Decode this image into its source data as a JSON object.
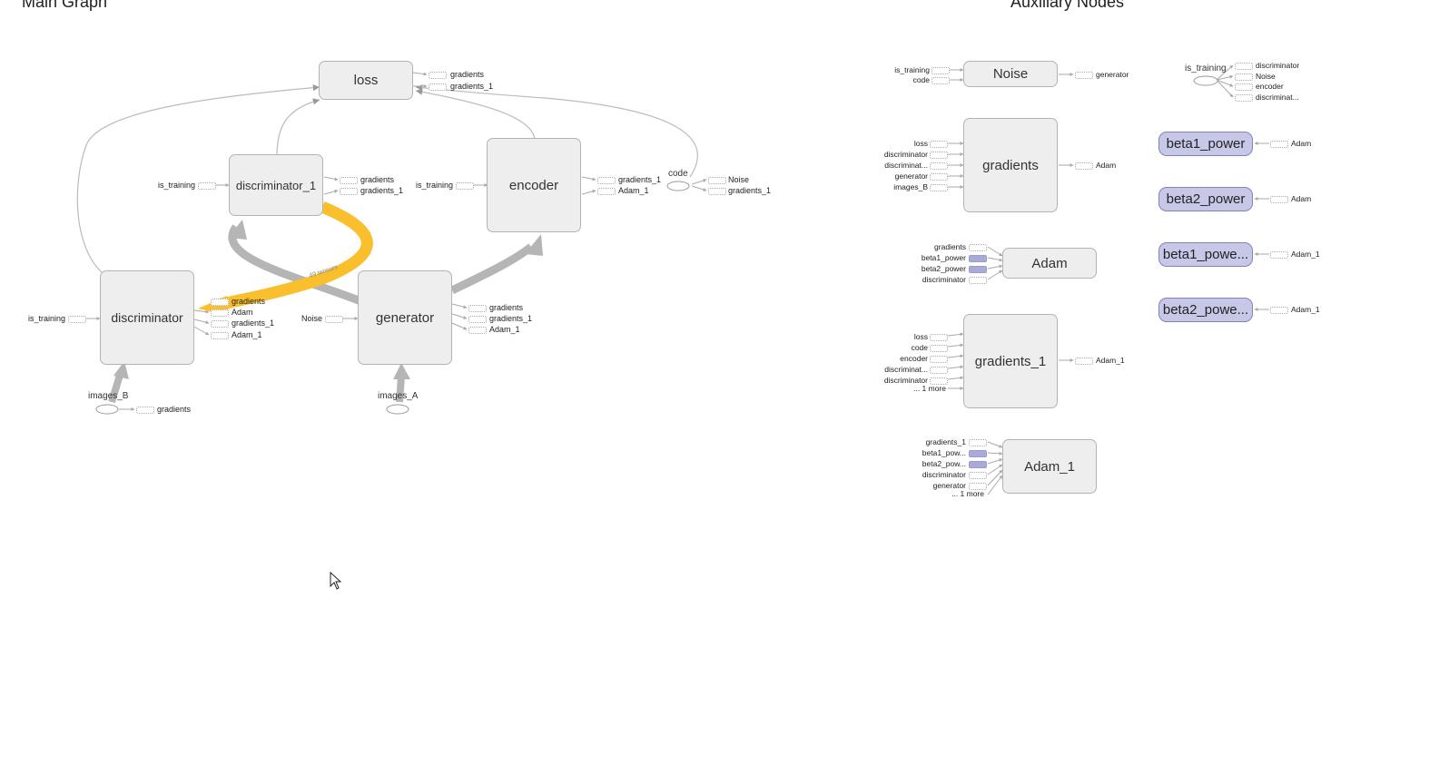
{
  "titles": {
    "main": "Main Graph",
    "aux": "Auxiliary Nodes"
  },
  "main_nodes": {
    "loss": "loss",
    "discriminator_1": "discriminator_1",
    "encoder": "encoder",
    "discriminator": "discriminator",
    "generator": "generator"
  },
  "main_labels": {
    "loss_out_1": "gradients",
    "loss_out_2": "gradients_1",
    "d1_in": "is_training",
    "d1_out_1": "gradients",
    "d1_out_2": "gradients_1",
    "enc_in": "is_training",
    "enc_out_1": "gradients_1",
    "enc_out_2": "Adam_1",
    "code": "code",
    "code_out_1": "Noise",
    "code_out_2": "gradients_1",
    "d_in": "is_training",
    "d_out_1": "gradients",
    "d_out_2": "Adam",
    "d_out_3": "gradients_1",
    "d_out_4": "Adam_1",
    "gen_in": "Noise",
    "gen_out_1": "gradients",
    "gen_out_2": "gradients_1",
    "gen_out_3": "Adam_1",
    "images_B": "images_B",
    "images_B_out": "gradients",
    "images_A": "images_A",
    "edge_tensors": "49 tensors"
  },
  "aux_nodes": {
    "noise": "Noise",
    "gradients": "gradients",
    "adam": "Adam",
    "gradients_1": "gradients_1",
    "adam_1": "Adam_1",
    "beta1_power": "beta1_power",
    "beta2_power": "beta2_power",
    "beta1_powe": "beta1_powe...",
    "beta2_powe": "beta2_powe..."
  },
  "aux_labels": {
    "noise_in": [
      "is_training",
      "code"
    ],
    "noise_out": "generator",
    "is_training_node": "is_training",
    "is_training_out": [
      "discriminator",
      "Noise",
      "encoder",
      "discriminat..."
    ],
    "gradients_in": [
      "loss",
      "discriminator",
      "discriminat...",
      "generator",
      "images_B"
    ],
    "gradients_out": "Adam",
    "adam_in": [
      "gradients",
      "beta1_power",
      "beta2_power",
      "discriminator"
    ],
    "gradients_1_in": [
      "loss",
      "code",
      "encoder",
      "discriminat...",
      "discriminator",
      "... 1 more"
    ],
    "gradients_1_out": "Adam_1",
    "adam_1_in": [
      "gradients_1",
      "beta1_pow...",
      "beta2_pow...",
      "discriminator",
      "generator",
      "... 1 more"
    ],
    "beta1_power_out": "Adam",
    "beta2_power_out": "Adam",
    "beta1_powe_out": "Adam_1",
    "beta2_powe_out": "Adam_1"
  },
  "colors": {
    "highlight_edge": "#f9bf2c",
    "node_fill": "#eeeeee",
    "variable_fill": "#c7c8e8",
    "edge": "#b0b0b0"
  }
}
